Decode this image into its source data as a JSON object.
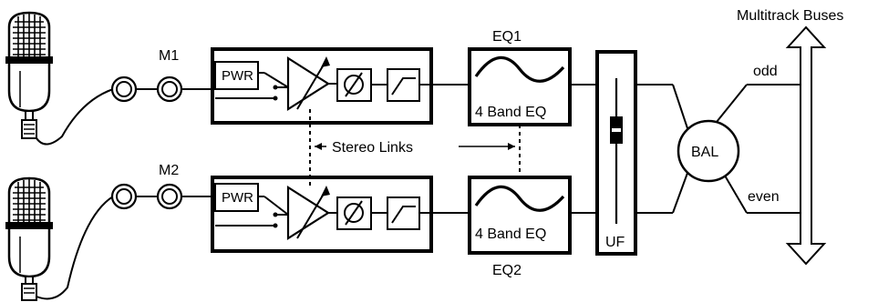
{
  "labels": {
    "mic1": "M1",
    "mic2": "M2",
    "pwr1": "PWR",
    "pwr2": "PWR",
    "eq1_title": "EQ1",
    "eq2_title": "EQ2",
    "eq1_band": "4 Band EQ",
    "eq2_band": "4 Band EQ",
    "stereo_links": "Stereo Links",
    "uf": "UF",
    "bal": "BAL",
    "buses_title": "Multitrack Buses",
    "odd": "odd",
    "even": "even"
  },
  "icons": [
    "microphone-icon",
    "connector-icon",
    "amplifier-icon",
    "phase-icon",
    "highpass-filter-icon",
    "eq-curve-icon",
    "fader-icon",
    "double-arrow-icon"
  ]
}
